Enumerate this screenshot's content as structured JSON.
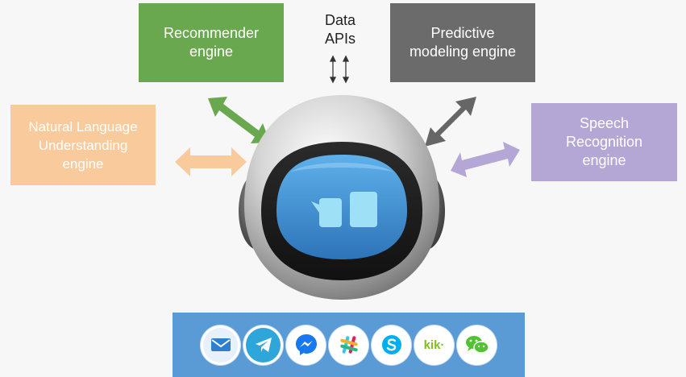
{
  "engines": {
    "recommender": "Recommender\nengine",
    "predictive": "Predictive\nmodeling engine",
    "nlu": "Natural Language\nUnderstanding\nengine",
    "speech": "Speech\nRecognition\nengine"
  },
  "data_apis": "Data\nAPIs",
  "colors": {
    "recommender": "#6aa84f",
    "predictive": "#6b6b6b",
    "nlu": "#f9cb9c",
    "speech": "#b4a7d6",
    "channel_bar": "#5b9bd5",
    "bot_screen": "#3d8fd1"
  },
  "channels": [
    {
      "icon": "email-icon",
      "label": ""
    },
    {
      "icon": "telegram-icon",
      "label": ""
    },
    {
      "icon": "messenger-icon",
      "label": ""
    },
    {
      "icon": "slack-icon",
      "label": ""
    },
    {
      "icon": "skype-icon",
      "label": ""
    },
    {
      "icon": "kik-icon",
      "label": "kik·"
    },
    {
      "icon": "wechat-icon",
      "label": ""
    }
  ]
}
